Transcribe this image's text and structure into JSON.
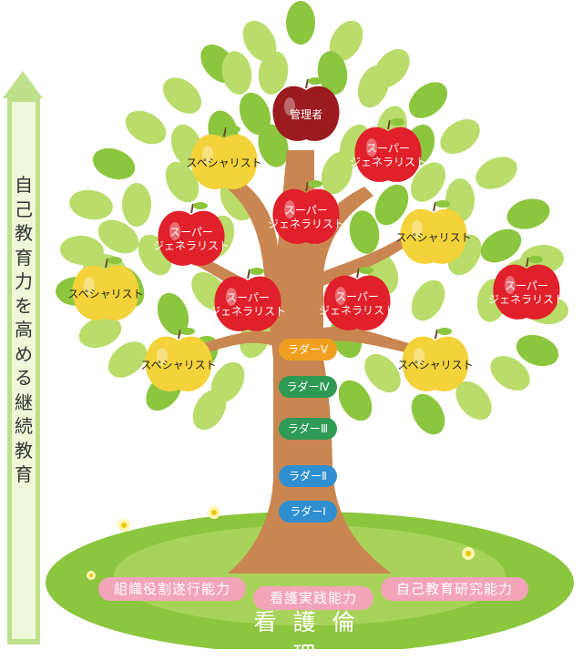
{
  "side_label": [
    "自",
    "己",
    "教",
    "育",
    "力",
    "を",
    "高",
    "め",
    "る",
    "継",
    "続",
    "教",
    "育"
  ],
  "apples": {
    "manager": "管理者",
    "specialist": "スペシャリスト",
    "super_line1": "スーパー",
    "super_line2": "ジェネラリスト"
  },
  "ladders": [
    "ラダーⅤ",
    "ラダーⅣ",
    "ラダーⅢ",
    "ラダーⅡ",
    "ラダーⅠ"
  ],
  "skills": [
    "組織役割遂行能力",
    "看護実践能力",
    "自己教育研究能力"
  ],
  "foundation": "看護倫理",
  "colors": {
    "leaf_light": "#b9dc6a",
    "leaf_dark": "#8cc63f",
    "trunk": "#c98650",
    "apple_red": "#e0202a",
    "apple_yellow": "#f3d23a",
    "apple_dark_red": "#9b1b1f",
    "ladder_orange": "#f0a020",
    "ladder_green": "#2e9a55",
    "ladder_blue": "#2f8fd0",
    "skill_pink": "#f2a4b9"
  }
}
